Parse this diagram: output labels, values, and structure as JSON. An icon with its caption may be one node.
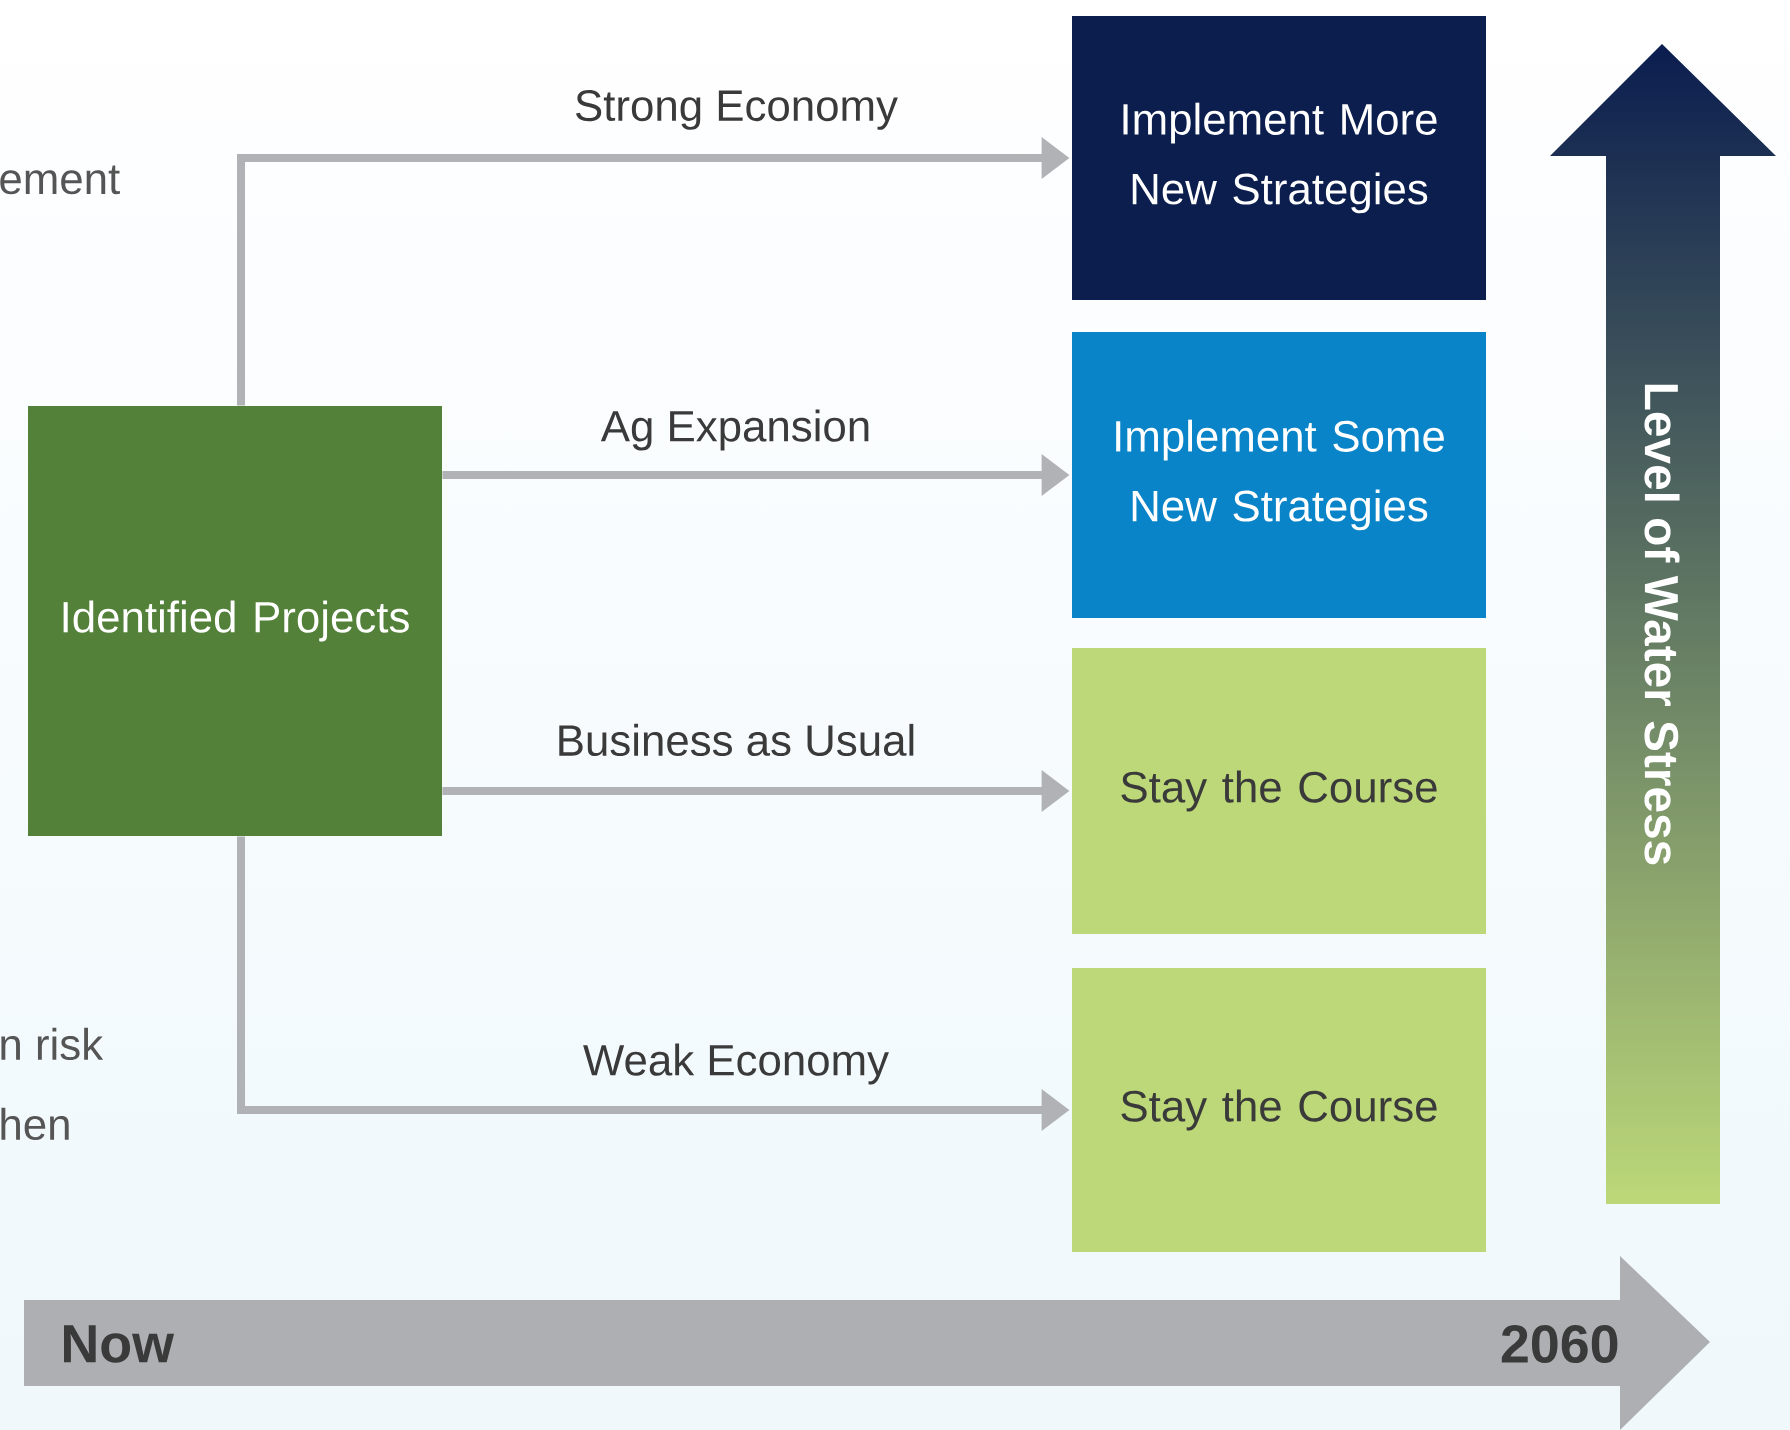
{
  "diagram": {
    "nodes": [
      {
        "text": [
          "Identified Projects"
        ]
      },
      {
        "text": [
          "Implement More New Strategies"
        ]
      },
      {
        "text": [
          "Implement Some New Strategies"
        ]
      },
      {
        "text": [
          "Stay the Course"
        ]
      },
      {
        "text": [
          "Stay the Course"
        ]
      },
      {
        "text": [
          "Level of Water Stress"
        ]
      },
      {
        "text": [
          "Now",
          "2060"
        ]
      }
    ],
    "edges": [
      {
        "from": 0,
        "to": 1,
        "arrow": "to",
        "label": "Strong Economy"
      },
      {
        "from": 0,
        "to": 2,
        "arrow": "to",
        "label": "Ag Expansion"
      },
      {
        "from": 0,
        "to": 3,
        "arrow": "to",
        "label": "Business as Usual"
      },
      {
        "from": 0,
        "to": 4,
        "arrow": "to",
        "label": "Weak Economy"
      }
    ],
    "labels": [
      "ement",
      "n risk",
      "hen"
    ]
  }
}
